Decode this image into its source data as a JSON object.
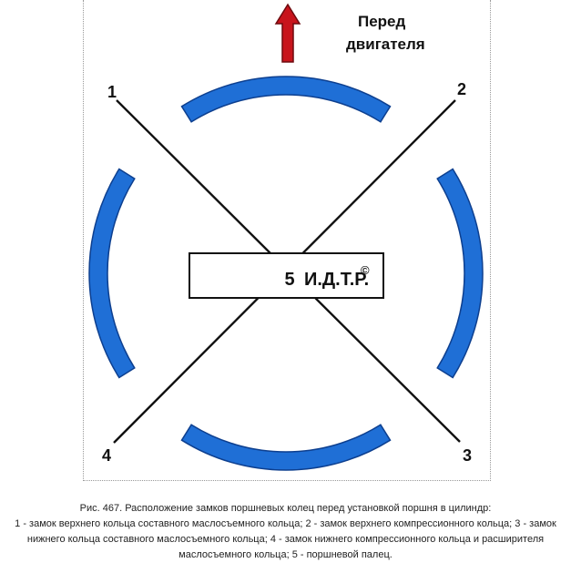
{
  "header": {
    "label_line1": "Перед",
    "label_line2": "двигателя"
  },
  "labels": {
    "lock1": "1",
    "lock2": "2",
    "lock3": "3",
    "lock4": "4"
  },
  "pin": {
    "number": "5",
    "text": "И.Д.Т.Р.",
    "mark": "©"
  },
  "caption": {
    "line1": "Рис. 467. Расположение замков поршневых колец перед установкой поршня в цилиндр:",
    "line2": "1 - замок верхнего кольца составного маслосъемного кольца; 2 - замок верхнего компрессионного кольца; 3 - замок",
    "line3": "нижнего кольца составного маслосъемного кольца; 4 - замок нижнего компрессионного кольца и расширителя",
    "line4": "маслосъемного кольца; 5 - поршневой палец."
  },
  "colors": {
    "ring": "#1f6fd6",
    "ring_edge": "#0d3f8f",
    "arrow": "#c8141c",
    "arrow_edge": "#6e0a0e",
    "line": "#111111"
  },
  "icons": {
    "direction": "up-arrow-icon"
  }
}
